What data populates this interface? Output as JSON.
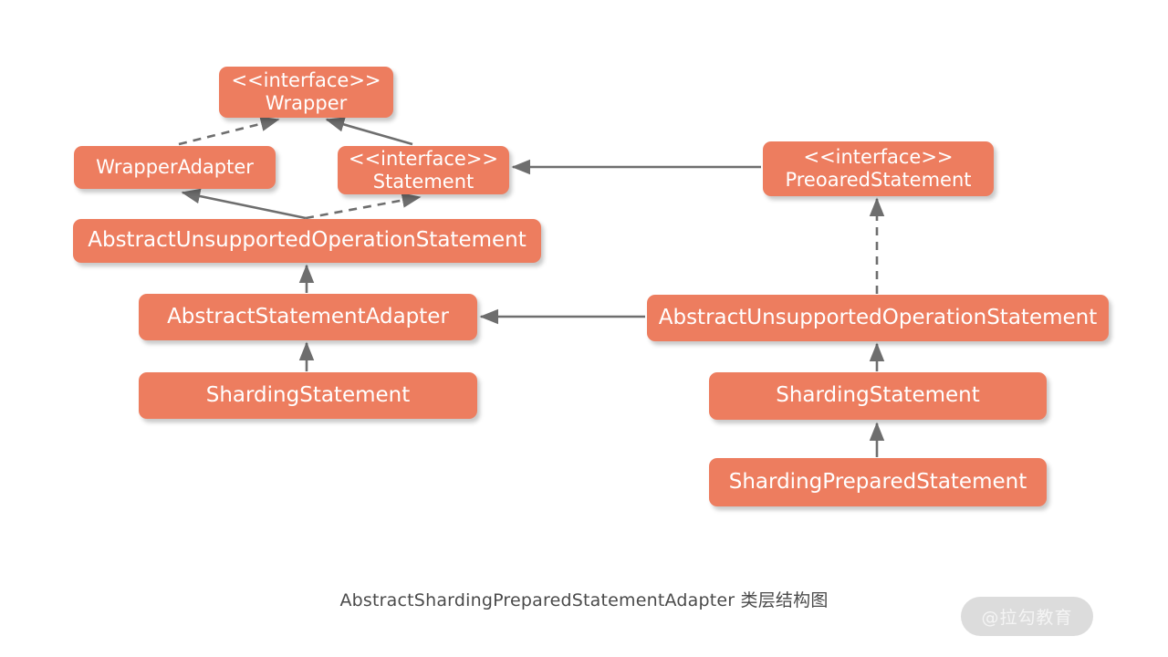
{
  "diagram": {
    "title": "AbstractShardingPreparedStatementAdapter 类层结构图",
    "background_color": "#ffffff",
    "node_fill_color": "#ED7D5F",
    "node_text_color": "#ffffff",
    "edge_color": "#6e6e6e",
    "stereotype_label": "<<interface>>",
    "nodes": {
      "wrapper": {
        "stereotype": "<<interface>>",
        "name": "Wrapper"
      },
      "wrapper_adapter": {
        "name": "WrapperAdapter"
      },
      "statement": {
        "stereotype": "<<interface>>",
        "name": "Statement"
      },
      "prepared_statement_interface": {
        "stereotype": "<<interface>>",
        "name": "PreoaredStatement"
      },
      "abstract_unsupported_operation_statement_left": {
        "name": "AbstractUnsupportedOperationStatement"
      },
      "abstract_statement_adapter": {
        "name": "AbstractStatementAdapter"
      },
      "sharding_statement_left": {
        "name": "ShardingStatement"
      },
      "abstract_unsupported_operation_statement_right": {
        "name": "AbstractUnsupportedOperationStatement"
      },
      "sharding_statement_right": {
        "name": "ShardingStatement"
      },
      "sharding_prepared_statement": {
        "name": "ShardingPreparedStatement"
      }
    },
    "edges": [
      {
        "from": "wrapper_adapter",
        "to": "wrapper",
        "style": "dashed",
        "relation": "implements"
      },
      {
        "from": "statement",
        "to": "wrapper",
        "style": "solid",
        "relation": "extends"
      },
      {
        "from": "abstract_unsupported_operation_statement_left",
        "to": "wrapper_adapter",
        "style": "solid",
        "relation": "extends"
      },
      {
        "from": "abstract_unsupported_operation_statement_left",
        "to": "statement",
        "style": "dashed",
        "relation": "implements"
      },
      {
        "from": "abstract_statement_adapter",
        "to": "abstract_unsupported_operation_statement_left",
        "style": "solid",
        "relation": "extends"
      },
      {
        "from": "sharding_statement_left",
        "to": "abstract_statement_adapter",
        "style": "solid",
        "relation": "extends"
      },
      {
        "from": "prepared_statement_interface",
        "to": "statement",
        "style": "solid",
        "relation": "extends"
      },
      {
        "from": "abstract_unsupported_operation_statement_right",
        "to": "prepared_statement_interface",
        "style": "dashed",
        "relation": "implements"
      },
      {
        "from": "abstract_unsupported_operation_statement_right",
        "to": "abstract_statement_adapter",
        "style": "solid",
        "relation": "extends"
      },
      {
        "from": "sharding_statement_right",
        "to": "abstract_unsupported_operation_statement_right",
        "style": "solid",
        "relation": "extends"
      },
      {
        "from": "sharding_prepared_statement",
        "to": "sharding_statement_right",
        "style": "solid",
        "relation": "extends"
      }
    ]
  },
  "watermark": {
    "text": "@拉勾教育"
  }
}
